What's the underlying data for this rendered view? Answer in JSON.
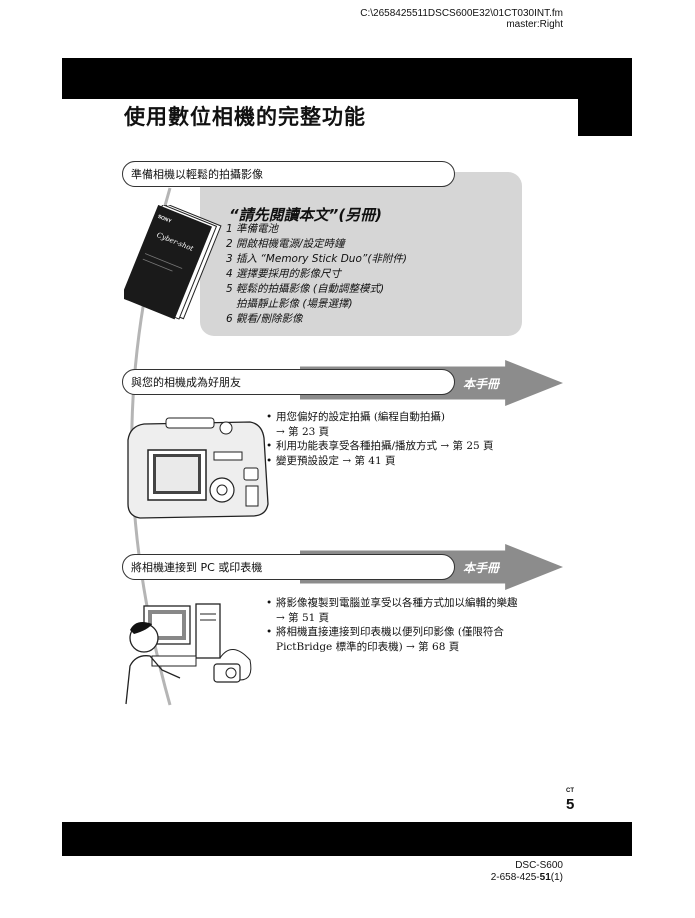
{
  "header": {
    "path": "C:\\2658425511DSCS600E32\\01CT030INT.fm",
    "master": "master:Right"
  },
  "title": "使用數位相機的完整功能",
  "section1": {
    "pill": "準備相機以輕鬆的拍攝影像",
    "guide_title": "“請先閱讀本文”(另冊)",
    "steps": [
      "1 準備電池",
      "2 開啟相機電源/設定時鐘",
      "3 插入 “Memory Stick Duo”(非附件)",
      "4 選擇要採用的影像尺寸",
      "5 輕鬆的拍攝影像 (自動調整模式)",
      "   拍攝靜止影像 (場景選擇)",
      "6 觀看/刪除影像"
    ],
    "booklet_brand": "SONY",
    "booklet_title": "Cyber-shot"
  },
  "section2": {
    "pill": "與您的相機成為好朋友",
    "arrow_label": "本手冊",
    "bullets": [
      {
        "text": "用您偏好的設定拍攝 (編程自動拍攝)",
        "ref": "→ 第 23 頁"
      },
      {
        "text": "利用功能表享受各種拍攝/播放方式 → 第 25 頁",
        "ref": ""
      },
      {
        "text": "變更預設設定 → 第 41 頁",
        "ref": ""
      }
    ]
  },
  "section3": {
    "pill": "將相機連接到 PC 或印表機",
    "arrow_label": "本手冊",
    "bullets": [
      {
        "text": "將影像複製到電腦並享受以各種方式加以編輯的樂趣",
        "ref": "→ 第 51 頁"
      },
      {
        "text": "將相機直接連接到印表機以便列印影像 (僅限符合 PictBridge 標準的印表機) → 第 68 頁",
        "ref": ""
      }
    ]
  },
  "footer": {
    "lang_code": "CT",
    "page_number": "5",
    "model": "DSC-S600",
    "part_prefix": "2-658-425-",
    "part_bold": "51",
    "part_suffix": "(1)"
  }
}
